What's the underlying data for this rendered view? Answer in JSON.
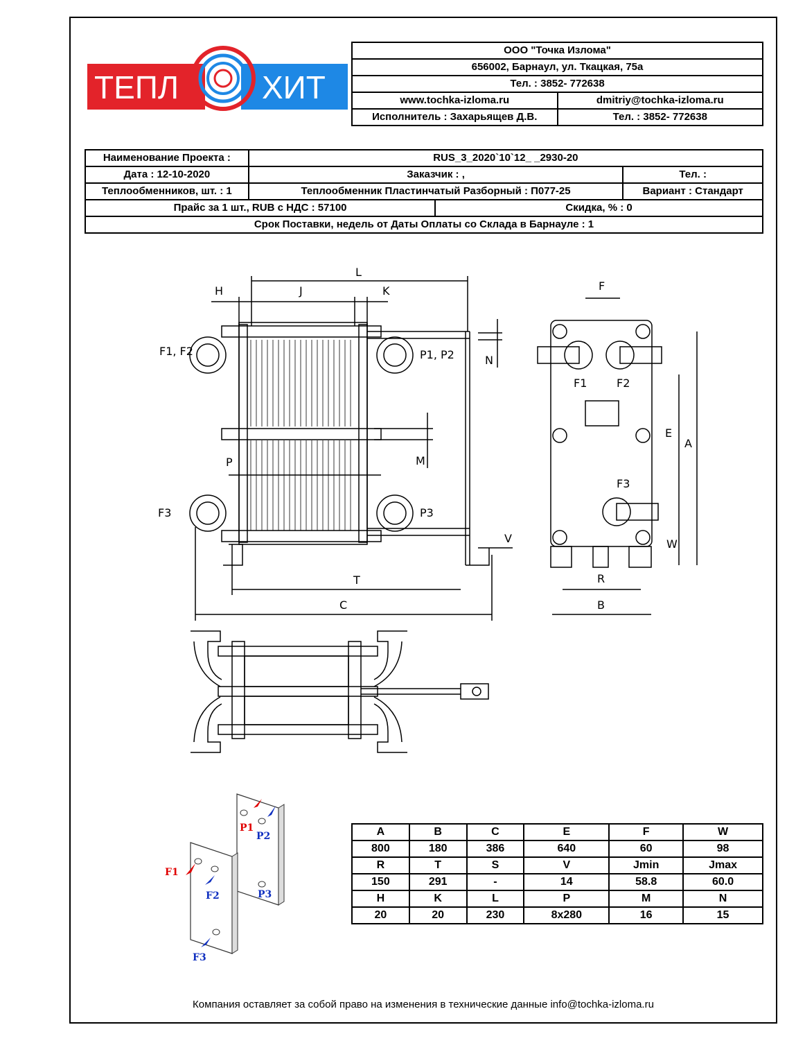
{
  "logo": {
    "left": "ТЕПЛ",
    "right": "ХИТ"
  },
  "company": {
    "name": "ООО \"Точка Излома\"",
    "address": "656002, Барнаул, ул. Ткацкая, 75а",
    "phone": "Тел. : 3852- 772638",
    "website": "www.tochka-izloma.ru",
    "email": "dmitriy@tochka-izloma.ru",
    "executor": "Исполнитель : Захарьящев Д.В.",
    "executor_phone": "Тел. : 3852- 772638"
  },
  "project": {
    "name_label": "Наименование Проекта :",
    "name_value": "RUS_3_2020`10`12_ _2930-20",
    "date": "Дата : 12-10-2020",
    "customer": "Заказчик : ,",
    "customer_phone": "Тел. :",
    "count": "Теплообменников, шт. : 1",
    "model": "Теплообменник Пластинчатый Разборный : П077-25",
    "variant": "Вариант : Стандарт",
    "price": "Прайс за 1 шт., RUB с НДС : 57100",
    "discount": "Скидка, % : 0",
    "delivery": "Срок Поставки, недель от Даты Оплаты со Склада в Барнауле : 1"
  },
  "drawing_labels": {
    "L": "L",
    "H": "H",
    "J": "J",
    "K": "K",
    "F": "F",
    "F1F2": "F1, F2",
    "P1P2": "P1, P2",
    "F3": "F3",
    "P3": "P3",
    "N": "N",
    "M": "M",
    "P": "P",
    "V": "V",
    "T": "T",
    "C": "C",
    "F1": "F1",
    "F2": "F2",
    "E": "E",
    "A": "A",
    "W": "W",
    "R": "R",
    "B": "B",
    "F3b": "F3"
  },
  "iso_labels": {
    "P1": "P1",
    "P2": "P2",
    "F1": "F1",
    "F2": "F2",
    "P3": "P3",
    "F3": "F3"
  },
  "dimensions": {
    "rows": [
      [
        "A",
        "B",
        "C",
        "E",
        "F",
        "W"
      ],
      [
        "800",
        "180",
        "386",
        "640",
        "60",
        "98"
      ],
      [
        "R",
        "T",
        "S",
        "V",
        "Jmin",
        "Jmax"
      ],
      [
        "150",
        "291",
        "-",
        "14",
        "58.8",
        "60.0"
      ],
      [
        "H",
        "K",
        "L",
        "P",
        "M",
        "N"
      ],
      [
        "20",
        "20",
        "230",
        "8x280",
        "16",
        "15"
      ]
    ]
  },
  "footer": "Компания оставляет за собой право на изменения в технические данные info@tochka-izloma.ru",
  "colors": {
    "logo_red": "#e3232a",
    "logo_blue": "#1e88e5",
    "arrow_red": "#e00000",
    "arrow_blue": "#1030c0"
  }
}
